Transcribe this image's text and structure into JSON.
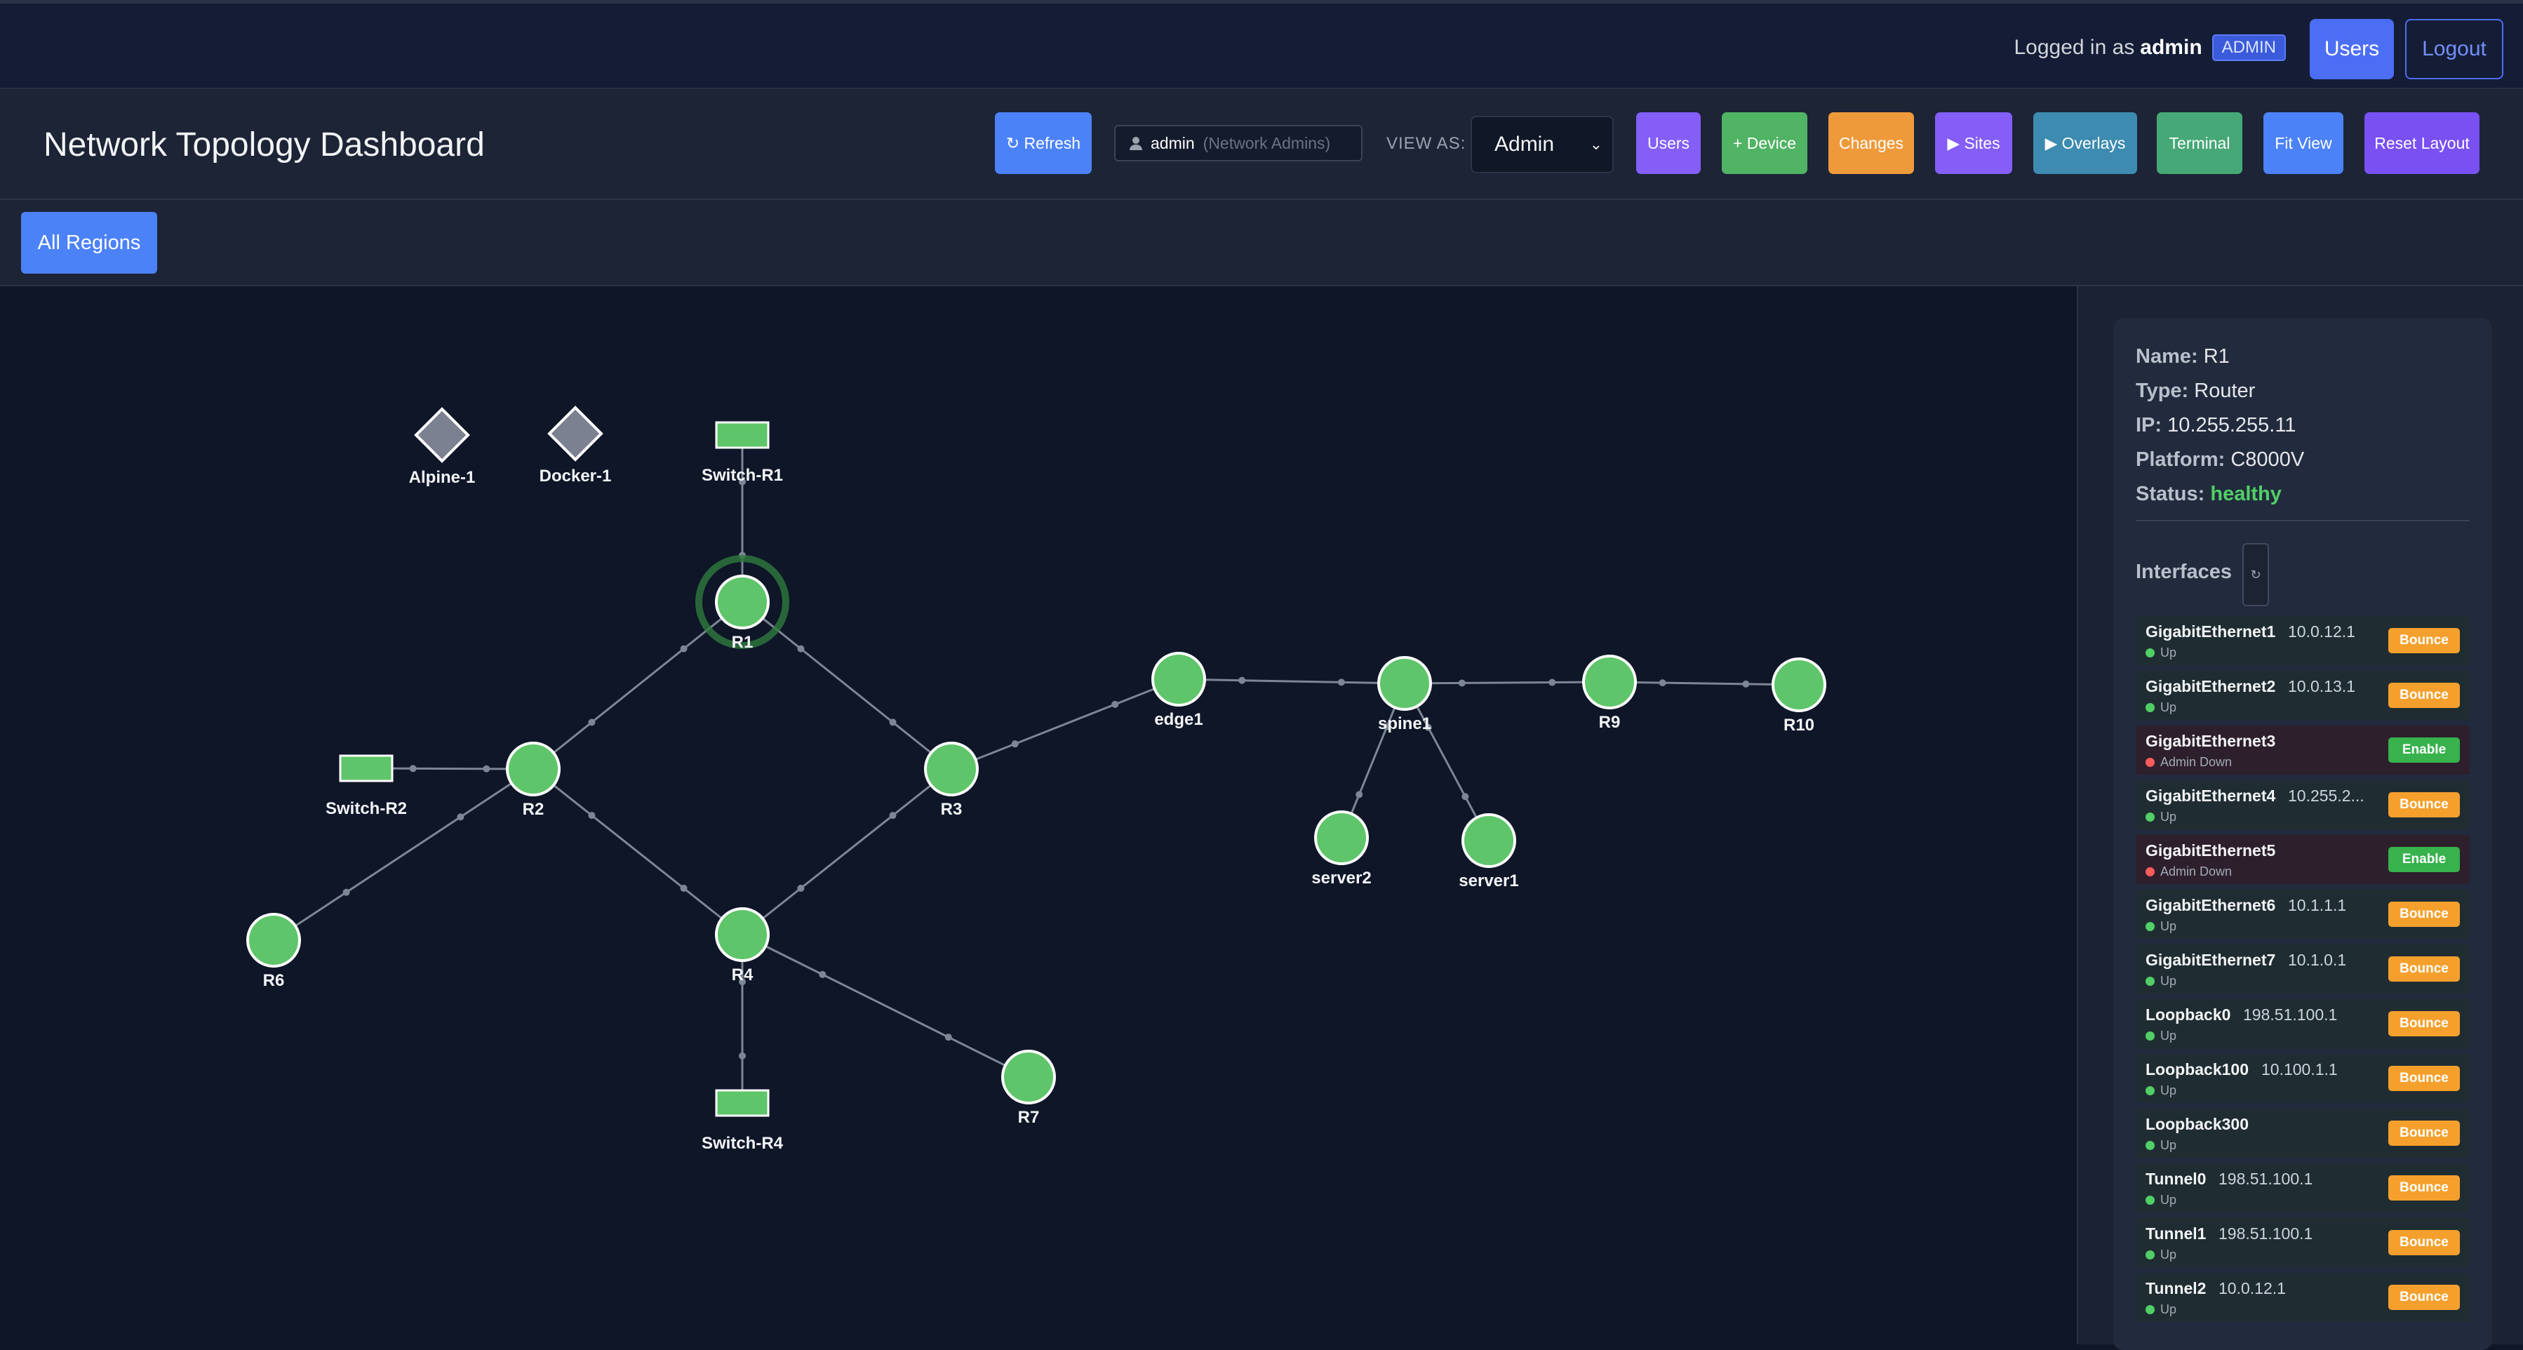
{
  "auth": {
    "prefix": "Logged in as",
    "user": "admin",
    "role": "ADMIN",
    "users_label": "Users",
    "logout_label": "Logout"
  },
  "header": {
    "title": "Network Topology Dashboard",
    "refresh_label": "↻ Refresh",
    "current_user": {
      "icon": "user-icon",
      "name": "admin",
      "group": "(Network Admins)"
    },
    "view_as_label": "VIEW AS:",
    "view_as_value": "Admin",
    "buttons": [
      {
        "label": "Users",
        "color": "#845ef7"
      },
      {
        "label": "+ Device",
        "color": "#51b364"
      },
      {
        "label": "Changes",
        "color": "#ee9a3a"
      },
      {
        "label": "▶ Sites",
        "color": "#845ef7"
      },
      {
        "label": "▶ Overlays",
        "color": "#3d8bb0"
      },
      {
        "label": "Terminal",
        "color": "#46a876"
      },
      {
        "label": "Fit View",
        "color": "#4c82f7"
      },
      {
        "label": "Reset Layout",
        "color": "#7950f2"
      }
    ]
  },
  "regions": {
    "selected": "All Regions"
  },
  "topology": {
    "node_color": "#5fc56a",
    "link_color": "#7d8694",
    "nodes": [
      {
        "id": "Alpine-1",
        "label": "Alpine-1",
        "shape": "diamond"
      },
      {
        "id": "Docker-1",
        "label": "Docker-1",
        "shape": "diamond"
      },
      {
        "id": "Switch-R1",
        "label": "Switch-R1",
        "shape": "rect"
      },
      {
        "id": "R1",
        "label": "R1",
        "shape": "circle",
        "selected": true
      },
      {
        "id": "Switch-R2",
        "label": "Switch-R2",
        "shape": "rect"
      },
      {
        "id": "R2",
        "label": "R2",
        "shape": "circle"
      },
      {
        "id": "R3",
        "label": "R3",
        "shape": "circle"
      },
      {
        "id": "edge1",
        "label": "edge1",
        "shape": "circle"
      },
      {
        "id": "spine1",
        "label": "spine1",
        "shape": "circle"
      },
      {
        "id": "R9",
        "label": "R9",
        "shape": "circle"
      },
      {
        "id": "R10",
        "label": "R10",
        "shape": "circle"
      },
      {
        "id": "server2",
        "label": "server2",
        "shape": "circle"
      },
      {
        "id": "server1",
        "label": "server1",
        "shape": "circle"
      },
      {
        "id": "R6",
        "label": "R6",
        "shape": "circle"
      },
      {
        "id": "R4",
        "label": "R4",
        "shape": "circle"
      },
      {
        "id": "R7",
        "label": "R7",
        "shape": "circle"
      },
      {
        "id": "Switch-R4",
        "label": "Switch-R4",
        "shape": "rect"
      }
    ],
    "links": [
      [
        "Switch-R1",
        "R1"
      ],
      [
        "R1",
        "R2"
      ],
      [
        "R1",
        "R3"
      ],
      [
        "Switch-R2",
        "R2"
      ],
      [
        "R2",
        "R6"
      ],
      [
        "R2",
        "R4"
      ],
      [
        "R3",
        "R4"
      ],
      [
        "R3",
        "edge1"
      ],
      [
        "edge1",
        "spine1"
      ],
      [
        "spine1",
        "R9"
      ],
      [
        "R9",
        "R10"
      ],
      [
        "spine1",
        "server2"
      ],
      [
        "spine1",
        "server1"
      ],
      [
        "R4",
        "R7"
      ],
      [
        "R4",
        "Switch-R4"
      ]
    ]
  },
  "details": {
    "name_label": "Name:",
    "name": "R1",
    "type_label": "Type:",
    "type": "Router",
    "ip_label": "IP:",
    "ip": "10.255.255.11",
    "platform_label": "Platform:",
    "platform": "C8000V",
    "status_label": "Status:",
    "status": "healthy",
    "interfaces_label": "Interfaces",
    "interfaces_refresh_icon": "refresh-icon",
    "interfaces": [
      {
        "name": "GigabitEthernet1",
        "ip": "10.0.12.1",
        "state": "Up",
        "action": "Bounce"
      },
      {
        "name": "GigabitEthernet2",
        "ip": "10.0.13.1",
        "state": "Up",
        "action": "Bounce"
      },
      {
        "name": "GigabitEthernet3",
        "ip": "",
        "state": "Admin Down",
        "action": "Enable"
      },
      {
        "name": "GigabitEthernet4",
        "ip": "10.255.2...",
        "state": "Up",
        "action": "Bounce"
      },
      {
        "name": "GigabitEthernet5",
        "ip": "",
        "state": "Admin Down",
        "action": "Enable"
      },
      {
        "name": "GigabitEthernet6",
        "ip": "10.1.1.1",
        "state": "Up",
        "action": "Bounce"
      },
      {
        "name": "GigabitEthernet7",
        "ip": "10.1.0.1",
        "state": "Up",
        "action": "Bounce"
      },
      {
        "name": "Loopback0",
        "ip": "198.51.100.1",
        "state": "Up",
        "action": "Bounce"
      },
      {
        "name": "Loopback100",
        "ip": "10.100.1.1",
        "state": "Up",
        "action": "Bounce"
      },
      {
        "name": "Loopback300",
        "ip": "",
        "state": "Up",
        "action": "Bounce"
      },
      {
        "name": "Tunnel0",
        "ip": "198.51.100.1",
        "state": "Up",
        "action": "Bounce"
      },
      {
        "name": "Tunnel1",
        "ip": "198.51.100.1",
        "state": "Up",
        "action": "Bounce"
      },
      {
        "name": "Tunnel2",
        "ip": "10.0.12.1",
        "state": "Up",
        "action": "Bounce"
      }
    ]
  }
}
